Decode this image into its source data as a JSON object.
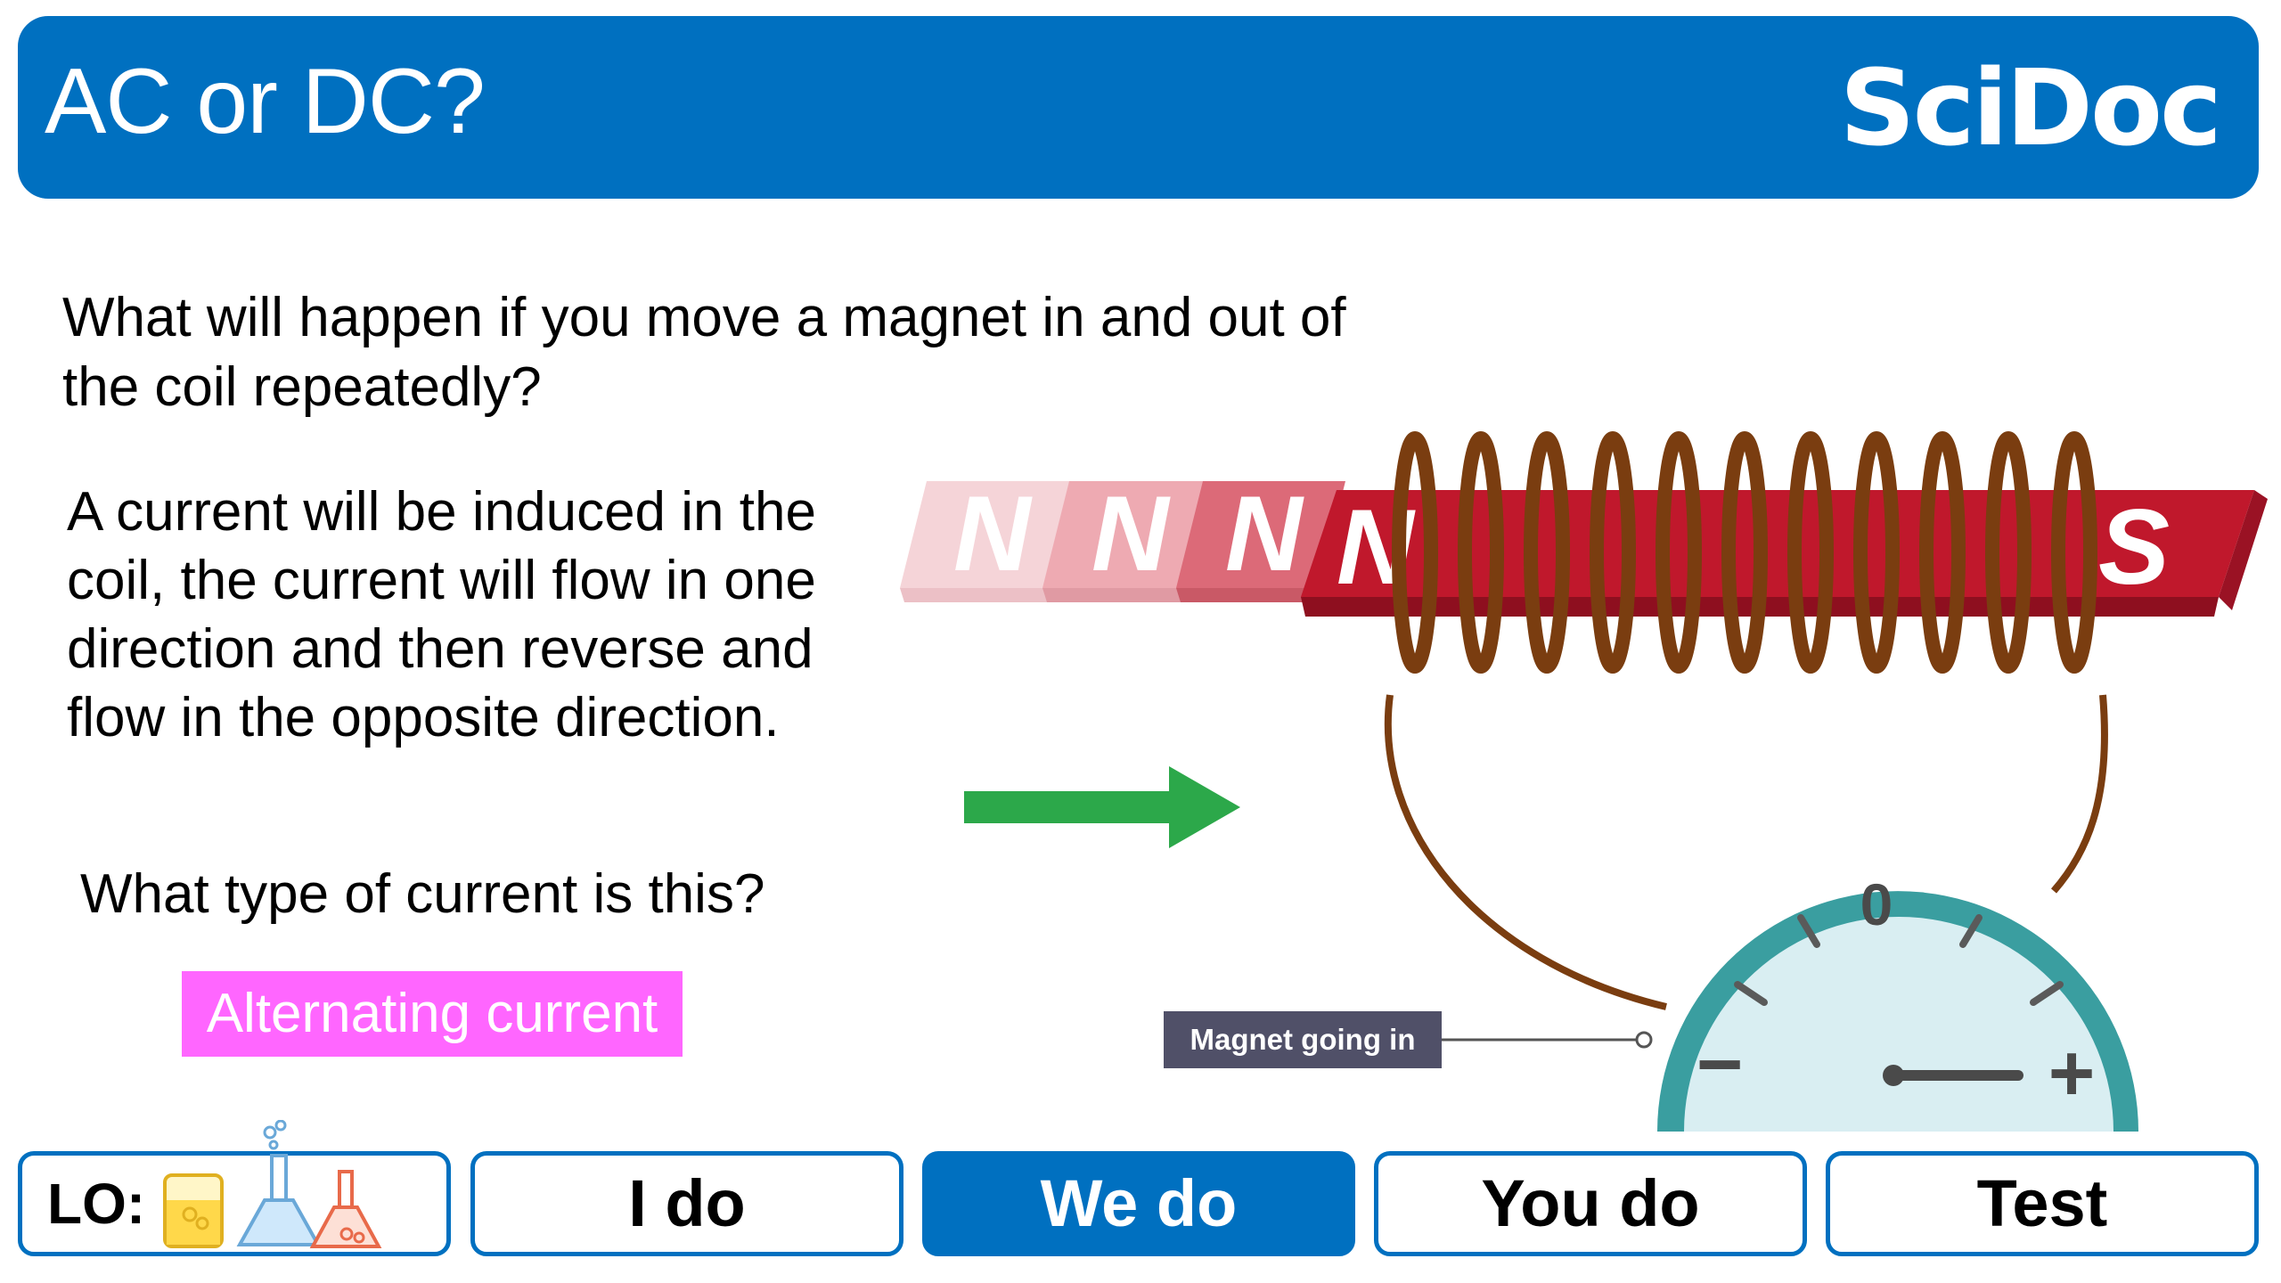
{
  "header": {
    "title": "AC or DC?",
    "brand": "SciDoc"
  },
  "content": {
    "question": "What will happen if you move a magnet in and out of the coil repeatedly?",
    "answer": "A current will be induced in the coil, the current will flow in one direction and then reverse and flow in the opposite direction.",
    "type_question": "What type of current is this?",
    "answer_box": "Alternating current"
  },
  "diagram": {
    "magnet_pole_north": "N",
    "magnet_pole_south": "S",
    "meter_zero": "0",
    "meter_minus": "−",
    "meter_plus": "+",
    "label": "Magnet going in"
  },
  "nav": {
    "lo": "LO:",
    "tabs": [
      "I do",
      "We do",
      "You do",
      "Test"
    ],
    "active_index": 1
  },
  "colors": {
    "brand_blue": "#0070c0",
    "answer_pink": "#ff66ff",
    "magnet_red": "#c0182c",
    "arrow_green": "#2ca84a",
    "coil_brown": "#7a3d10",
    "meter_teal": "#3a9ea0"
  }
}
